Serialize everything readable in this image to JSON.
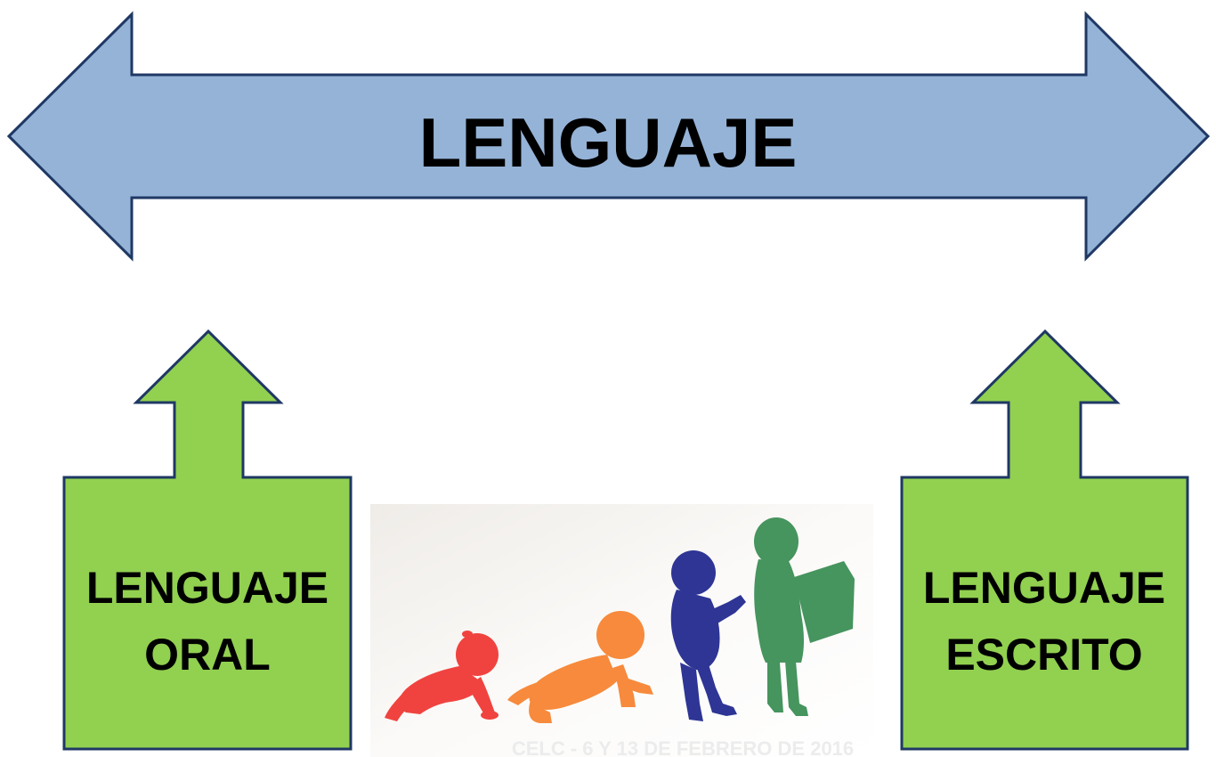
{
  "top_arrow": {
    "label": "LENGUAJE",
    "fill": "#95b3d7",
    "stroke": "#1f3864"
  },
  "left_box": {
    "line1": "LENGUAJE",
    "line2": "ORAL",
    "fill": "#92d050",
    "stroke": "#1f3864"
  },
  "right_box": {
    "line1": "LENGUAJE",
    "line2": "ESCRITO",
    "fill": "#92d050",
    "stroke": "#1f3864"
  },
  "illustration": {
    "caption": "CELC - 6 Y 13 DE FEBRERO DE 2016",
    "figures": [
      {
        "name": "crawling-baby-red",
        "color": "#f0433f"
      },
      {
        "name": "crawling-baby-orange",
        "color": "#f78a3c"
      },
      {
        "name": "walking-toddler-blue",
        "color": "#2e3595"
      },
      {
        "name": "reading-child-green",
        "color": "#46945e"
      }
    ]
  }
}
